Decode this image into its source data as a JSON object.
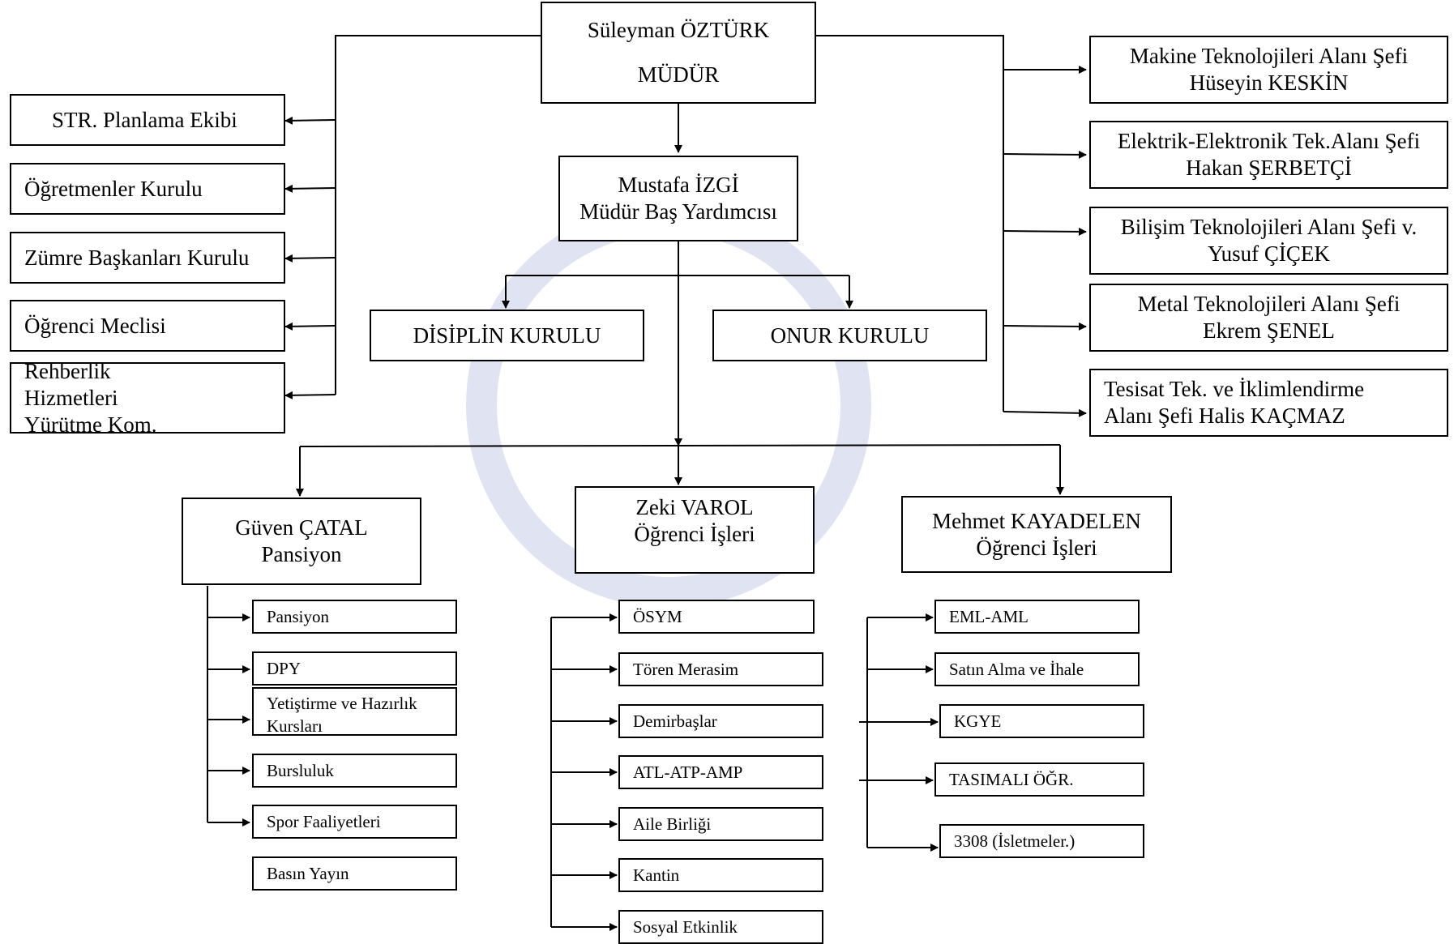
{
  "director": {
    "name": "Süleyman ÖZTÜRK",
    "title": "MÜDÜR"
  },
  "vice": {
    "name": "Mustafa İZGİ",
    "title": "Müdür Baş Yardımcısı"
  },
  "committees": [
    "DİSİPLİN KURULU",
    "ONUR KURULU"
  ],
  "left_boards": [
    "STR. Planlama Ekibi",
    "Öğretmenler Kurulu",
    "Zümre Başkanları Kurulu",
    "Öğrenci Meclisi",
    "Rehberlik Hizmetleri Yürütme Kom."
  ],
  "right_chiefs": [
    {
      "line1": "Makine Teknolojileri Alanı Şefi",
      "line2": "Hüseyin KESKİN"
    },
    {
      "line1": "Elektrik-Elektronik Tek.Alanı Şefi",
      "line2": "Hakan ŞERBETÇİ"
    },
    {
      "line1": "Bilişim Teknolojileri Alanı Şefi v.",
      "line2": "Yusuf ÇİÇEK"
    },
    {
      "line1": "Metal Teknolojileri Alanı Şefi",
      "line2": "Ekrem ŞENEL"
    },
    {
      "line1": "Tesisat Tek. ve İklimlendirme",
      "line2": "Alanı Şefi  Halis KAÇMAZ"
    }
  ],
  "assistants": [
    {
      "name": "Güven ÇATAL",
      "role": "Pansiyon"
    },
    {
      "name": "Zeki VAROL",
      "role": "Öğrenci İşleri"
    },
    {
      "name": "Mehmet KAYADELEN",
      "role": "Öğrenci İşleri"
    }
  ],
  "col1": [
    "Pansiyon",
    "DPY",
    "Yetiştirme ve Hazırlık Kursları",
    "Bursluluk",
    "Spor Faaliyetleri",
    "Basın Yayın"
  ],
  "col2": [
    "ÖSYM",
    "Tören Merasim",
    "Demirbaşlar",
    "ATL-ATP-AMP",
    "Aile Birliği",
    "Kantin",
    "Sosyal Etkinlik"
  ],
  "col3": [
    "EML-AML",
    "Satın Alma ve İhale",
    "KGYE",
    "TASIMALI ÖĞR.",
    "3308 (İsletmeler.)"
  ]
}
